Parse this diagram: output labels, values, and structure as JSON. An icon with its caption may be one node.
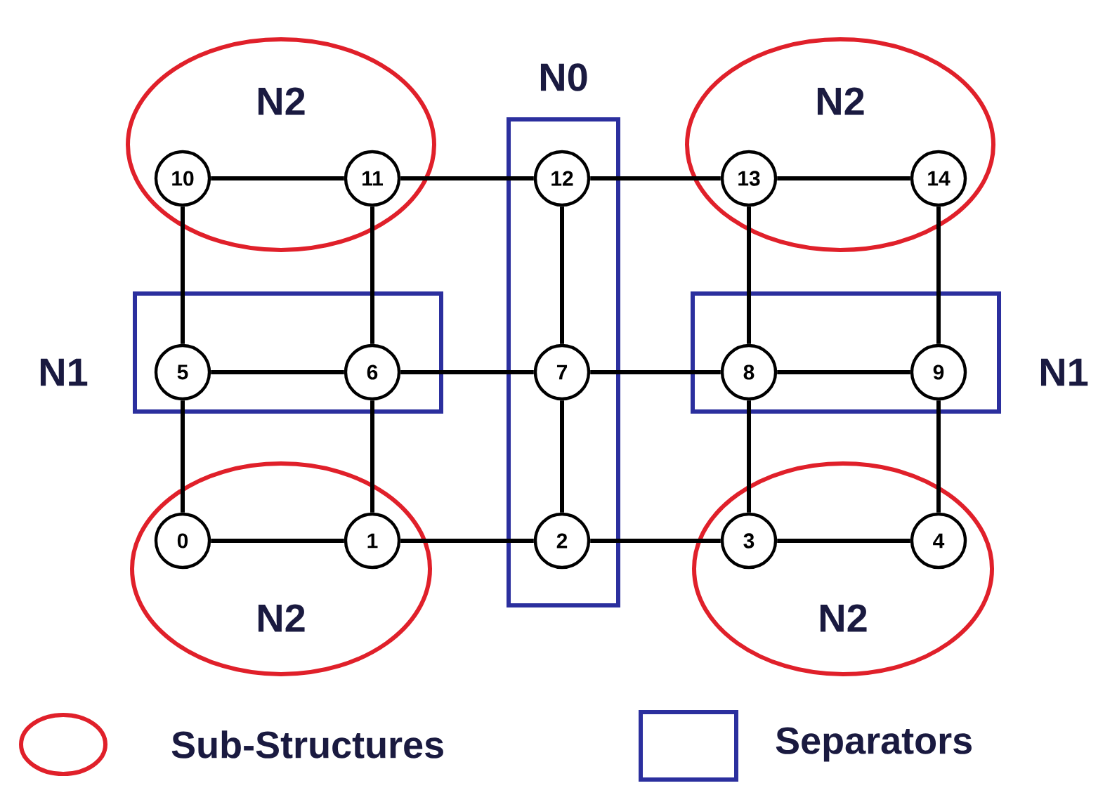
{
  "diagram": {
    "nodes": [
      {
        "text": [
          "N2"
        ]
      },
      {
        "text": [
          "N0"
        ]
      },
      {
        "text": [
          "N2"
        ]
      },
      {
        "text": [
          "N1"
        ]
      },
      {
        "text": [
          "N1"
        ]
      },
      {
        "text": [
          "N2"
        ]
      },
      {
        "text": [
          "N2"
        ]
      },
      {
        "text": [
          "0"
        ],
        "in": 5
      },
      {
        "text": [
          "1"
        ],
        "in": 5
      },
      {
        "text": [
          "2"
        ],
        "in": 1
      },
      {
        "text": [
          "3"
        ],
        "in": 6
      },
      {
        "text": [
          "4"
        ],
        "in": 6
      },
      {
        "text": [
          "5"
        ],
        "in": 3
      },
      {
        "text": [
          "6"
        ],
        "in": 3
      },
      {
        "text": [
          "7"
        ],
        "in": 1
      },
      {
        "text": [
          "8"
        ],
        "in": 4
      },
      {
        "text": [
          "9"
        ],
        "in": 4
      },
      {
        "text": [
          "10"
        ],
        "in": 0
      },
      {
        "text": [
          "11"
        ],
        "in": 0
      },
      {
        "text": [
          "12"
        ],
        "in": 1
      },
      {
        "text": [
          "13"
        ],
        "in": 2
      },
      {
        "text": [
          "14"
        ],
        "in": 2
      }
    ],
    "edges": [
      {
        "from": 7,
        "to": 8,
        "arrow": "none"
      },
      {
        "from": 8,
        "to": 9,
        "arrow": "none"
      },
      {
        "from": 9,
        "to": 10,
        "arrow": "none"
      },
      {
        "from": 10,
        "to": 11,
        "arrow": "none"
      },
      {
        "from": 12,
        "to": 13,
        "arrow": "none"
      },
      {
        "from": 13,
        "to": 14,
        "arrow": "none"
      },
      {
        "from": 14,
        "to": 15,
        "arrow": "none"
      },
      {
        "from": 15,
        "to": 16,
        "arrow": "none"
      },
      {
        "from": 17,
        "to": 18,
        "arrow": "none"
      },
      {
        "from": 18,
        "to": 19,
        "arrow": "none"
      },
      {
        "from": 19,
        "to": 20,
        "arrow": "none"
      },
      {
        "from": 20,
        "to": 21,
        "arrow": "none"
      },
      {
        "from": 7,
        "to": 12,
        "arrow": "none"
      },
      {
        "from": 12,
        "to": 17,
        "arrow": "none"
      },
      {
        "from": 8,
        "to": 13,
        "arrow": "none"
      },
      {
        "from": 13,
        "to": 18,
        "arrow": "none"
      },
      {
        "from": 9,
        "to": 14,
        "arrow": "none"
      },
      {
        "from": 14,
        "to": 19,
        "arrow": "none"
      },
      {
        "from": 10,
        "to": 15,
        "arrow": "none"
      },
      {
        "from": 15,
        "to": 20,
        "arrow": "none"
      },
      {
        "from": 11,
        "to": 16,
        "arrow": "none"
      },
      {
        "from": 16,
        "to": 21,
        "arrow": "none"
      }
    ],
    "legend": [
      {
        "text": "Sub-Structures"
      },
      {
        "text": "Separators"
      }
    ]
  }
}
